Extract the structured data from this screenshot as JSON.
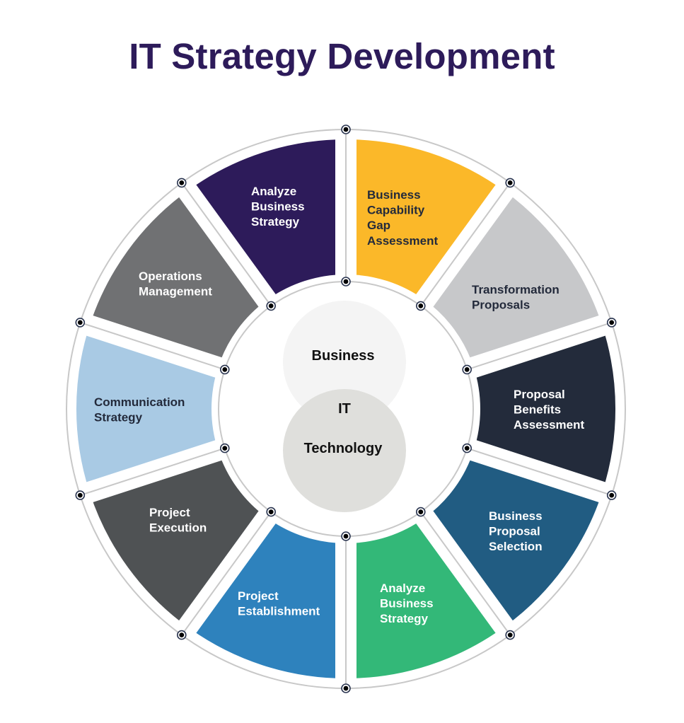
{
  "title": "IT Strategy Development",
  "colors": {
    "title": "#2D1B5A",
    "ring_line": "#C8C8C8",
    "marker_border": "#2A3550",
    "marker_dot": "#000000",
    "dark_text": "#232A3B",
    "light_text": "#FFFFFF"
  },
  "center": {
    "top_circle_label": "Business",
    "overlap_label": "IT",
    "bottom_circle_label": "Technology",
    "top_circle_color": "#F4F4F4",
    "bottom_circle_color": "#DCDCD9"
  },
  "segments": [
    {
      "lines": [
        "Business",
        "Capability",
        "Gap",
        "Assessment"
      ],
      "color": "#FBB829",
      "text_color": "#232A3B"
    },
    {
      "lines": [
        "Transformation",
        "Proposals"
      ],
      "color": "#C7C8CA",
      "text_color": "#232A3B"
    },
    {
      "lines": [
        "Proposal",
        "Benefits",
        "Assessment"
      ],
      "color": "#232B3B",
      "text_color": "#FFFFFF"
    },
    {
      "lines": [
        "Business",
        "Proposal",
        "Selection"
      ],
      "color": "#215C82",
      "text_color": "#FFFFFF"
    },
    {
      "lines": [
        "Analyze",
        "Business",
        "Strategy"
      ],
      "color": "#33B878",
      "text_color": "#FFFFFF"
    },
    {
      "lines": [
        "Project",
        "Establishment"
      ],
      "color": "#2E82BD",
      "text_color": "#FFFFFF"
    },
    {
      "lines": [
        "Project",
        "Execution"
      ],
      "color": "#4F5254",
      "text_color": "#FFFFFF"
    },
    {
      "lines": [
        "Communication",
        "Strategy"
      ],
      "color": "#A9CAE4",
      "text_color": "#232A3B"
    },
    {
      "lines": [
        "Operations",
        "Management"
      ],
      "color": "#707173",
      "text_color": "#FFFFFF"
    },
    {
      "lines": [
        "Analyze",
        "Business",
        "Strategy"
      ],
      "color": "#2D1B5A",
      "text_color": "#FFFFFF"
    }
  ]
}
